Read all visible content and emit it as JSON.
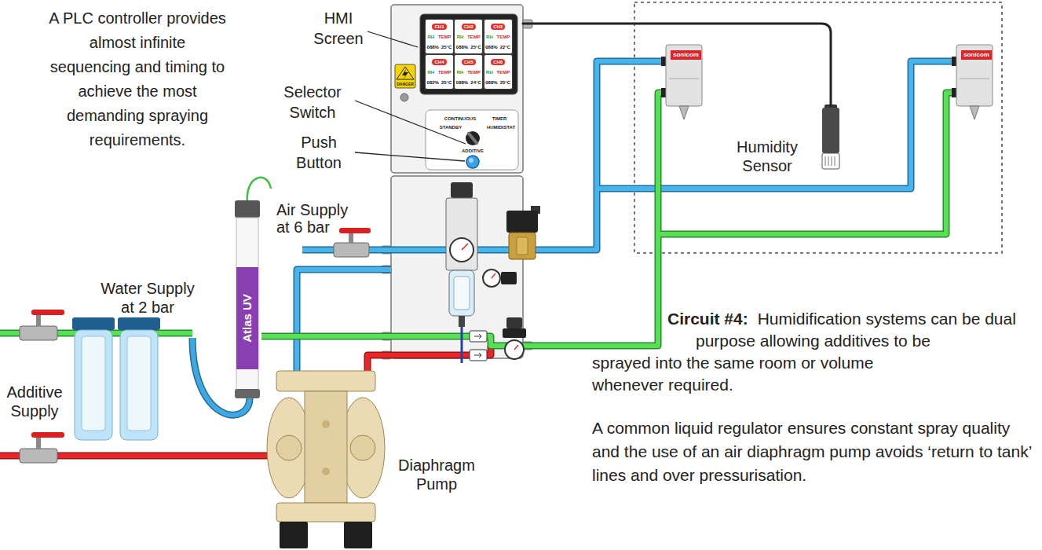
{
  "diagram": {
    "nodes": [
      {
        "text": [
          "CONTINUOUS",
          "TIMER",
          "STANDBY",
          "HUMIDISTAT",
          "ADDITIVE"
        ]
      },
      {
        "text": [
          "CH1",
          "RH",
          "TEMP",
          "088%",
          "25°C",
          "CH2",
          "RH",
          "TEMP",
          "088%",
          "25°C",
          "CH3",
          "RH",
          "TEMP",
          "088%",
          "22°C",
          "CH4",
          "RH",
          "TEMP",
          "082%",
          "25°C",
          "CH5",
          "RH",
          "TEMP",
          "088%",
          "24°C",
          "CH6",
          "RH",
          "TEMP",
          "088%",
          "25°C"
        ],
        "in": 0
      },
      {
        "text": [
          "sonicom"
        ]
      },
      {
        "text": [
          "Humidity Sensor"
        ]
      },
      {
        "text": [
          "sonicom"
        ]
      },
      {
        "text": [
          "Atlas UV"
        ]
      }
    ],
    "edges": [
      {
        "from": 0,
        "to": 3,
        "arrow": "none"
      }
    ],
    "labels": [
      "A PLC controller provides almost infinite sequencing and timing to achieve the most demanding spraying requirements.",
      "HMI Screen",
      "Selector Switch",
      "Push Button",
      "DANGER",
      "Air Supply at 6 bar",
      "Water Supply at 2 bar",
      "Additive Supply",
      "Diaphragm Pump",
      "Circuit #4:",
      "Humidification systems can be dual purpose allowing additives to be sprayed into the same room or volume whenever required.",
      "A common liquid regulator ensures constant spray quality and the use of an air diaphragm pump avoids ‘return to tank’ lines and over pressurisation."
    ]
  }
}
